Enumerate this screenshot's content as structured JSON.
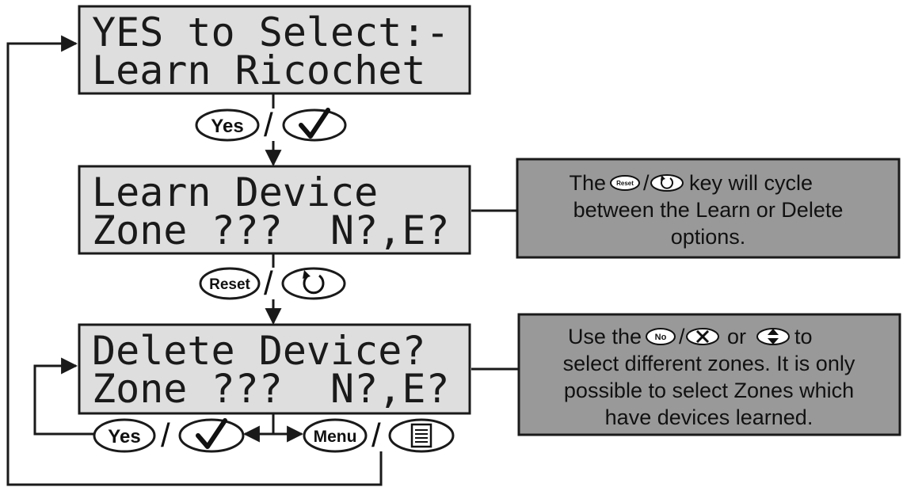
{
  "screens": {
    "select": {
      "line1": "YES to Select:-",
      "line2": "Learn Ricochet"
    },
    "learn": {
      "line1": "Learn Device",
      "line2": "Zone ???  N?,E?"
    },
    "delete": {
      "line1": "Delete Device?",
      "line2": "Zone ???  N?,E?"
    }
  },
  "keys": {
    "yes": "Yes",
    "reset": "Reset",
    "menu": "Menu",
    "no": "No",
    "slash": "/",
    "check_icon": "check-icon",
    "cycle_icon": "cycle-icon",
    "menu_icon": "menu-list-icon",
    "cross_icon": "cross-icon",
    "updown_icon": "up-down-icon"
  },
  "notes": {
    "cycle": {
      "line1_pre": "The",
      "line1_post": "key will cycle",
      "line2": "between the Learn or Delete",
      "line3": "options."
    },
    "zones": {
      "line1_pre": "Use the",
      "line1_mid": "or",
      "line1_post": "to",
      "line2": "select different zones. It is only",
      "line3": "possible to select Zones which",
      "line4": "have devices learned."
    }
  },
  "colors": {
    "lcd_fill": "#dedede",
    "note_fill": "#999999",
    "stroke": "#1a1a1a"
  }
}
